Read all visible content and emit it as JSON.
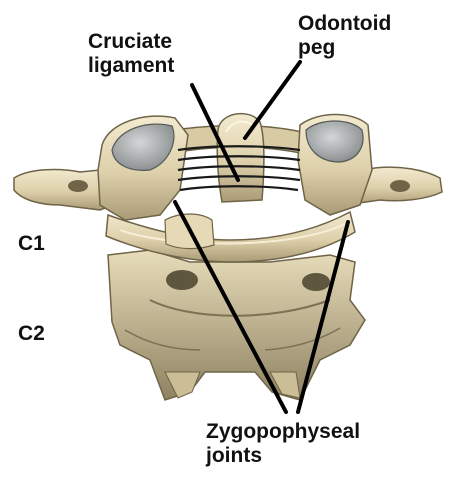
{
  "labels": {
    "cruciate": [
      "Cruciate",
      "ligament"
    ],
    "odontoid": [
      "Odontoid",
      "peg"
    ],
    "c1": "C1",
    "c2": "C2",
    "zygo": [
      "Zygopophyseal",
      "joints"
    ]
  },
  "colors": {
    "bone": "#e3d6b2",
    "bone_light": "#f1e8cd",
    "bone_shadow": "#a89a76",
    "bone_dark": "#6f6448",
    "cartilage": "#b9bcbd",
    "leader": "#000000",
    "ligament": "#1a1a1a"
  }
}
